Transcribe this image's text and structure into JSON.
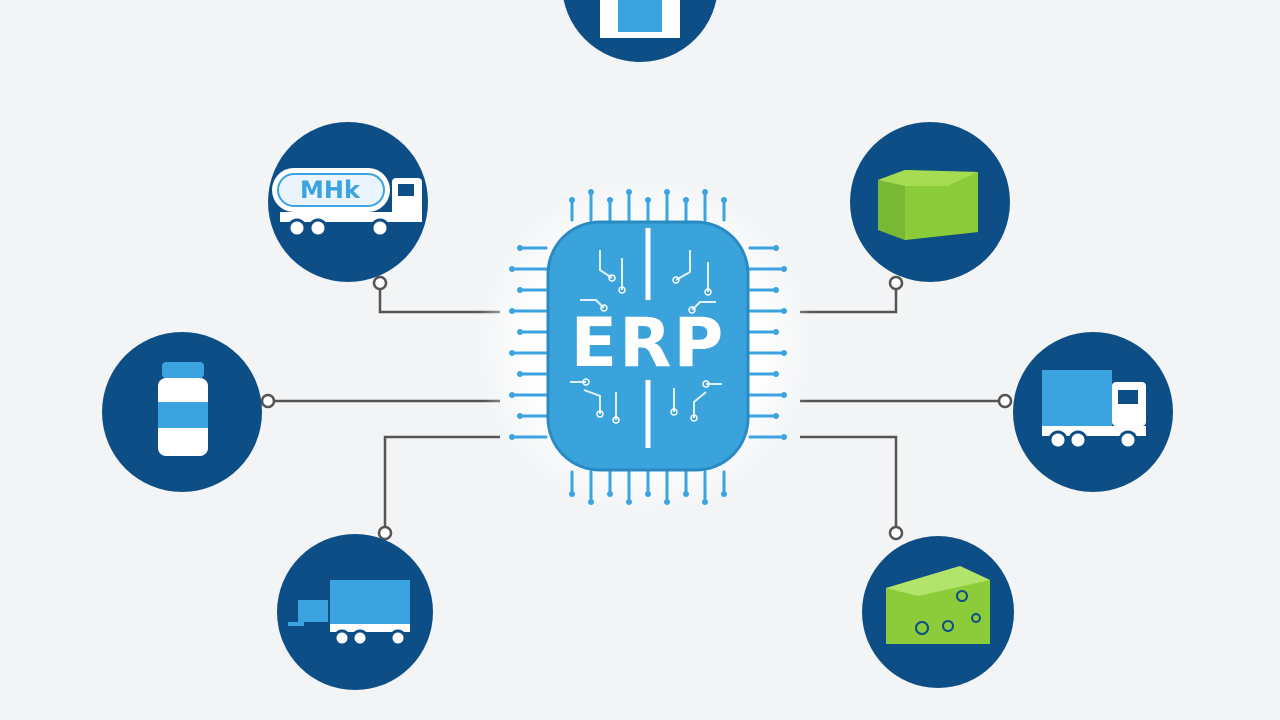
{
  "diagram": {
    "hub": {
      "label": "ERP"
    },
    "nodes": [
      {
        "id": "milk-tanker",
        "icon": "milk-tanker-truck-icon",
        "label": "MHk"
      },
      {
        "id": "cheese-wheel",
        "icon": "cheese-wheel-icon"
      },
      {
        "id": "milk-bottle",
        "icon": "milk-bottle-icon"
      },
      {
        "id": "delivery-truck-right",
        "icon": "delivery-truck-icon"
      },
      {
        "id": "forklift-truck",
        "icon": "forklift-truck-icon"
      },
      {
        "id": "cheese-wedge",
        "icon": "cheese-wedge-icon"
      },
      {
        "id": "top-package",
        "icon": "package-icon"
      }
    ]
  },
  "colors": {
    "background": "#f2f4f6",
    "node_circle": "#0e4e86",
    "hub": "#3aa3dc",
    "hub_border": "#2a8bc4",
    "connector": "#555555",
    "icon_blue": "#3aa3e0",
    "icon_white": "#ffffff",
    "cheese_green": "#8ccc3a"
  }
}
